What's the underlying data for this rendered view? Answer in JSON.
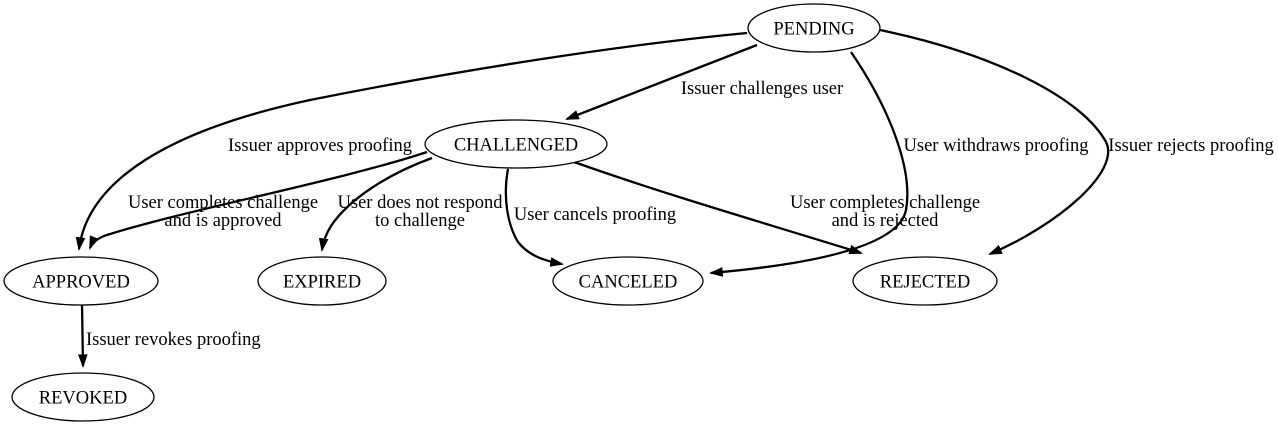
{
  "diagram": {
    "type": "state-machine",
    "colors": {
      "background": "#ffffff",
      "node_fill": "#ffffff",
      "stroke": "#000000",
      "text": "#000000"
    },
    "nodes": [
      {
        "id": "pending",
        "label": "PENDING"
      },
      {
        "id": "challenged",
        "label": "CHALLENGED"
      },
      {
        "id": "approved",
        "label": "APPROVED"
      },
      {
        "id": "expired",
        "label": "EXPIRED"
      },
      {
        "id": "canceled",
        "label": "CANCELED"
      },
      {
        "id": "rejected",
        "label": "REJECTED"
      },
      {
        "id": "revoked",
        "label": "REVOKED"
      }
    ],
    "edges": [
      {
        "from": "PENDING",
        "to": "CHALLENGED",
        "label": "Issuer challenges user"
      },
      {
        "from": "PENDING",
        "to": "APPROVED",
        "label": "Issuer approves proofing"
      },
      {
        "from": "PENDING",
        "to": "CANCELED",
        "label": "User withdraws proofing"
      },
      {
        "from": "PENDING",
        "to": "REJECTED",
        "label": "Issuer rejects proofing"
      },
      {
        "from": "CHALLENGED",
        "to": "APPROVED",
        "label": "User completes challenge and is approved",
        "line1": "User completes challenge",
        "line2": "and is approved"
      },
      {
        "from": "CHALLENGED",
        "to": "EXPIRED",
        "label": "User does not respond to challenge",
        "line1": "User does not respond",
        "line2": "to challenge"
      },
      {
        "from": "CHALLENGED",
        "to": "CANCELED",
        "label": "User cancels proofing"
      },
      {
        "from": "CHALLENGED",
        "to": "REJECTED",
        "label": "User completes challenge and is rejected",
        "line1": "User completes challenge",
        "line2": "and is rejected"
      },
      {
        "from": "APPROVED",
        "to": "REVOKED",
        "label": "Issuer revokes proofing"
      }
    ]
  }
}
